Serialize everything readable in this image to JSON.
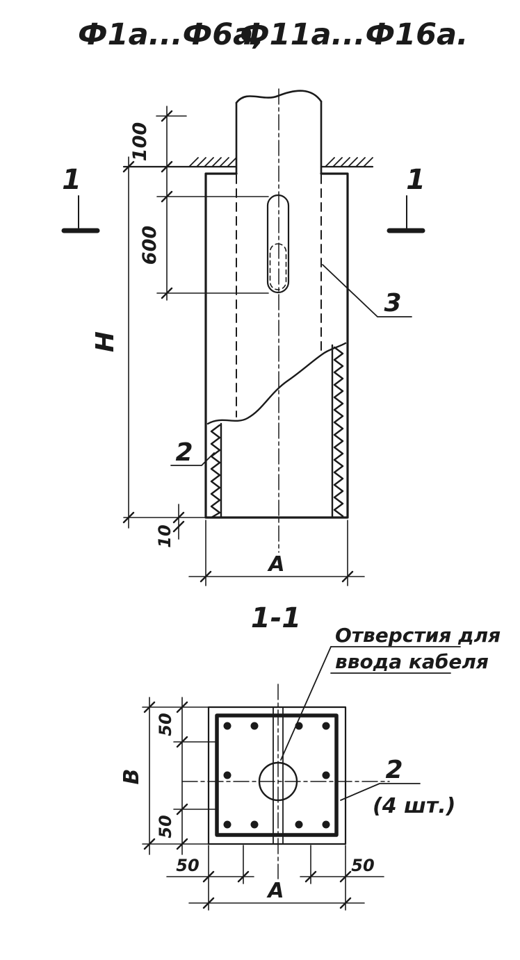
{
  "drawing": {
    "title_left": "Ф1а...Ф6а,",
    "title_right": "Ф11а...Ф16а."
  },
  "elevation": {
    "dim_100": "100",
    "dim_600": "600",
    "dim_H": "Н",
    "dim_10": "10",
    "dim_A": "А",
    "section_mark_left": "1",
    "section_mark_right": "1",
    "callout_sleeve": "3",
    "callout_rebar": "2"
  },
  "section": {
    "title": "1-1",
    "note_line1": "Отверстия для",
    "note_line2": "ввода кабеля",
    "dim_B": "В",
    "dim_50_top_left": "50",
    "dim_50_bottom_left": "50",
    "dim_50_bottom_left_h": "50",
    "dim_50_bottom_right_h": "50",
    "dim_A": "А",
    "callout_rebar": "2",
    "callout_rebar_qty": "(4 шт.)"
  }
}
